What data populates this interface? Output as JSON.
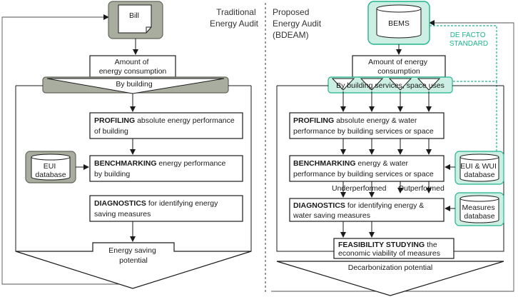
{
  "colors": {
    "gray_fill": "#a8ad9f",
    "gray_stroke": "#606659",
    "green_fill": "#cdeee2",
    "green_stroke": "#1fb58e",
    "line": "#1a1a1a"
  },
  "left": {
    "title_lines": [
      "Traditional",
      "Energy Audit"
    ],
    "bill": "Bill",
    "amount_lines": [
      "Amount of",
      "energy consumption"
    ],
    "split": "By building",
    "profiling_bold": "PROFILING",
    "profiling_rest": " absolute energy performance",
    "profiling_line2": "of building",
    "benchmarking_bold": "BENCHMARKING",
    "benchmarking_rest": " energy performance",
    "benchmarking_line2": "by building",
    "db_lines": [
      "EUI",
      "database"
    ],
    "diagnostics_bold": "DIAGNOSTICS",
    "diagnostics_rest": " for identifying energy",
    "diagnostics_line2": "saving measures",
    "output_lines": [
      "Energy saving",
      "potential"
    ]
  },
  "right": {
    "title_lines": [
      "Proposed",
      "Energy Audit",
      "(BDEAM)"
    ],
    "bems": "BEMS",
    "standard_lines": [
      "DE FACTO",
      "STANDARD"
    ],
    "amount_lines": [
      "Amount of energy",
      "consumption"
    ],
    "split": "By building services, space uses",
    "profiling_bold": "PROFILING",
    "profiling_rest": " absolute energy & water",
    "profiling_line2": "performance by building services or space",
    "benchmarking_bold": "BENCHMARKING",
    "benchmarking_rest": " energy & water",
    "benchmarking_line2": "performance by building services or space",
    "eui_db_lines": [
      "EUI & WUI",
      "database"
    ],
    "underperformed": "Underperformed",
    "outperformed": "Outperformed",
    "diagnostics_bold": "DIAGNOSTICS",
    "diagnostics_rest": " for identifying energy &",
    "diagnostics_line2": "water saving measures",
    "measures_db_lines": [
      "Measures",
      "database"
    ],
    "feasibility_bold": "FEASIBILITY STUDYING",
    "feasibility_rest": " the",
    "feasibility_line2": "economic viability of measures",
    "output": "Decarbonization potential"
  }
}
